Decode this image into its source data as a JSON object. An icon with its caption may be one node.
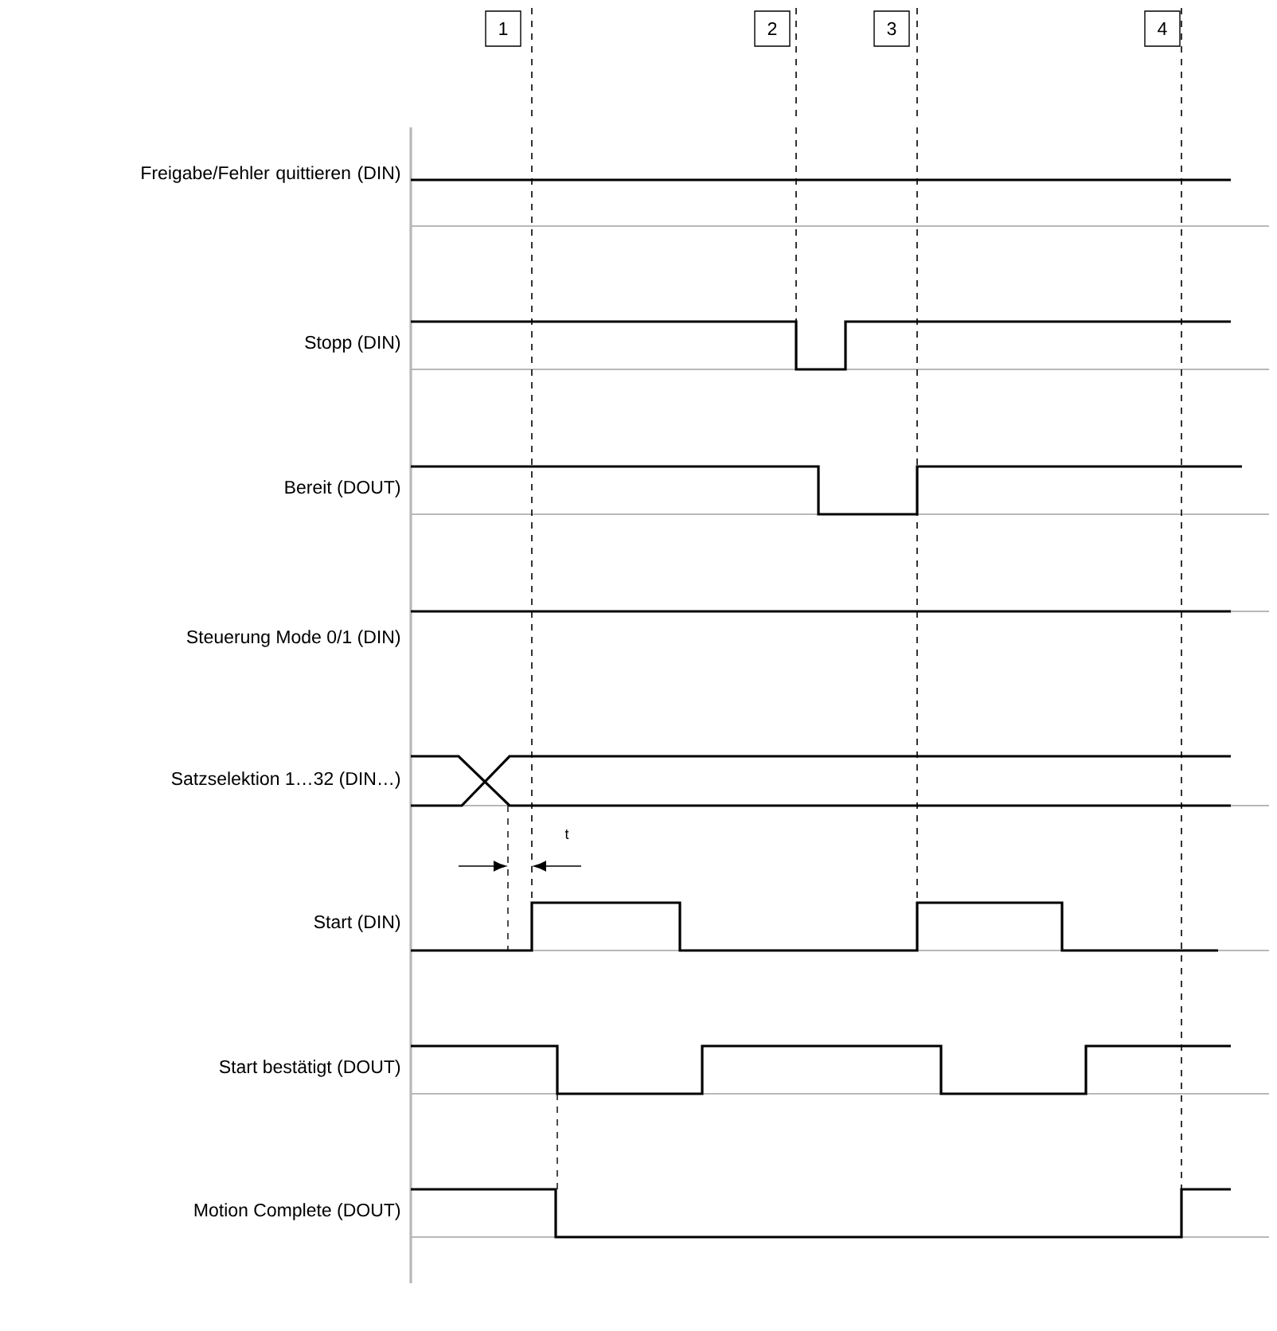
{
  "diagram": {
    "labels": [
      "1",
      "2",
      "3",
      "4",
      "Freigabe/Fehler quittieren (DIN)",
      "Stopp (DIN)",
      "Bereit (DOUT)",
      "Steuerung Mode 0/1 (DIN)",
      "Satzselektion 1…32 (DIN…)",
      "t",
      "Start (DIN)",
      "Start bestätigt (DOUT)",
      "Motion Complete (DOUT)"
    ]
  }
}
